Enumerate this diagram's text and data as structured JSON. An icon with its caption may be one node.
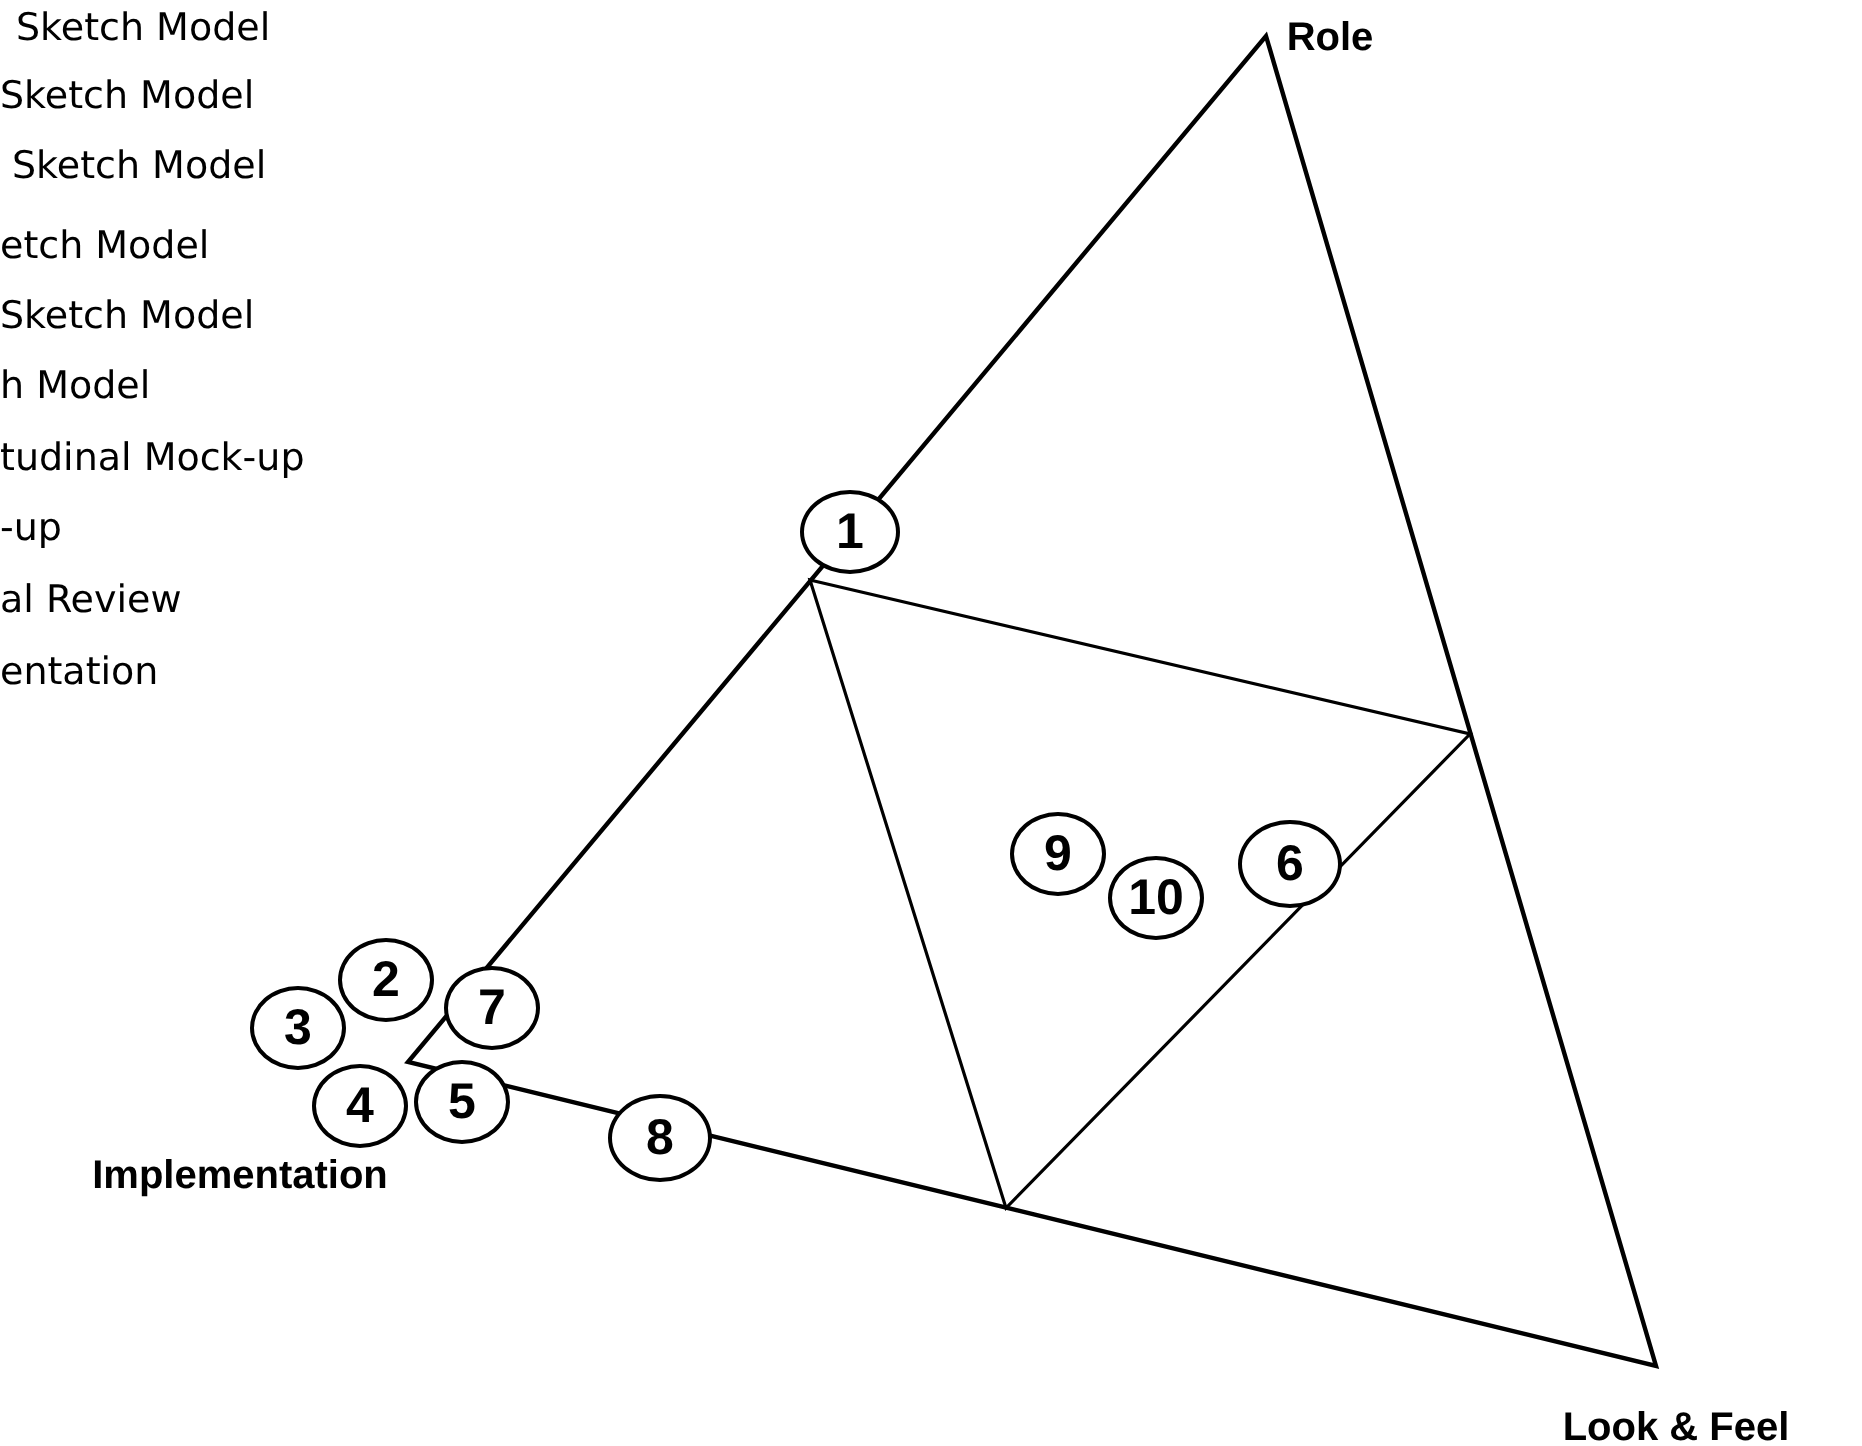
{
  "diagram": {
    "nodes": [
      {
        "text": [
          "1"
        ]
      },
      {
        "text": [
          "2"
        ]
      },
      {
        "text": [
          "3"
        ]
      },
      {
        "text": [
          "4"
        ]
      },
      {
        "text": [
          "5"
        ]
      },
      {
        "text": [
          "6"
        ]
      },
      {
        "text": [
          "7"
        ]
      },
      {
        "text": [
          "8"
        ]
      },
      {
        "text": [
          "9"
        ]
      },
      {
        "text": [
          "10"
        ]
      }
    ],
    "labels": [
      "Sketch Model",
      "Sketch Model",
      "Sketch Model",
      "etch Model",
      "Sketch Model",
      "h Model",
      "tudinal Mock-up",
      "-up",
      "al Review",
      "entation",
      "Role",
      "Implementation",
      "Look & Feel"
    ]
  }
}
